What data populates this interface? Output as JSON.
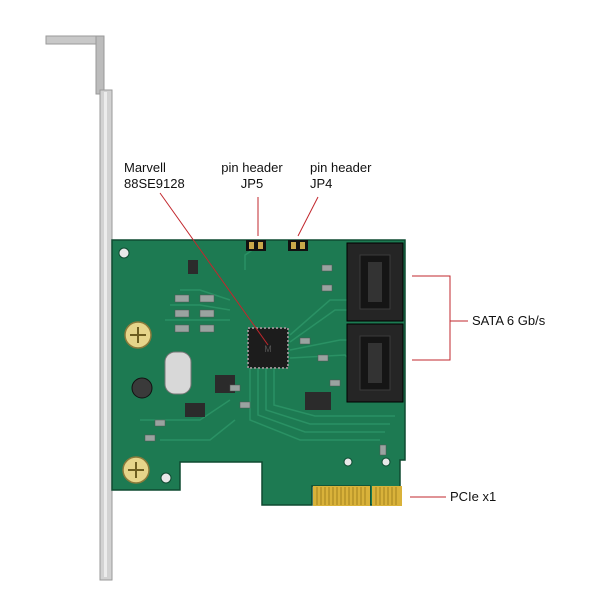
{
  "labels": {
    "marvell": {
      "line1": "Marvell",
      "line2": "88SE9128"
    },
    "jp5": {
      "line1": "pin header",
      "line2": "JP5"
    },
    "jp4": {
      "line1": "pin header",
      "line2": "JP4"
    },
    "sata": "SATA 6 Gb/s",
    "pcie": "PCIe x1"
  },
  "colors": {
    "pcb": "#1d7a52",
    "pcb_dark": "#155c3d",
    "trace": "#2c9466",
    "connector": "#252525",
    "gold": "#d9b23a",
    "bracket": "#b9b9b9",
    "leader": "#c2272d"
  }
}
